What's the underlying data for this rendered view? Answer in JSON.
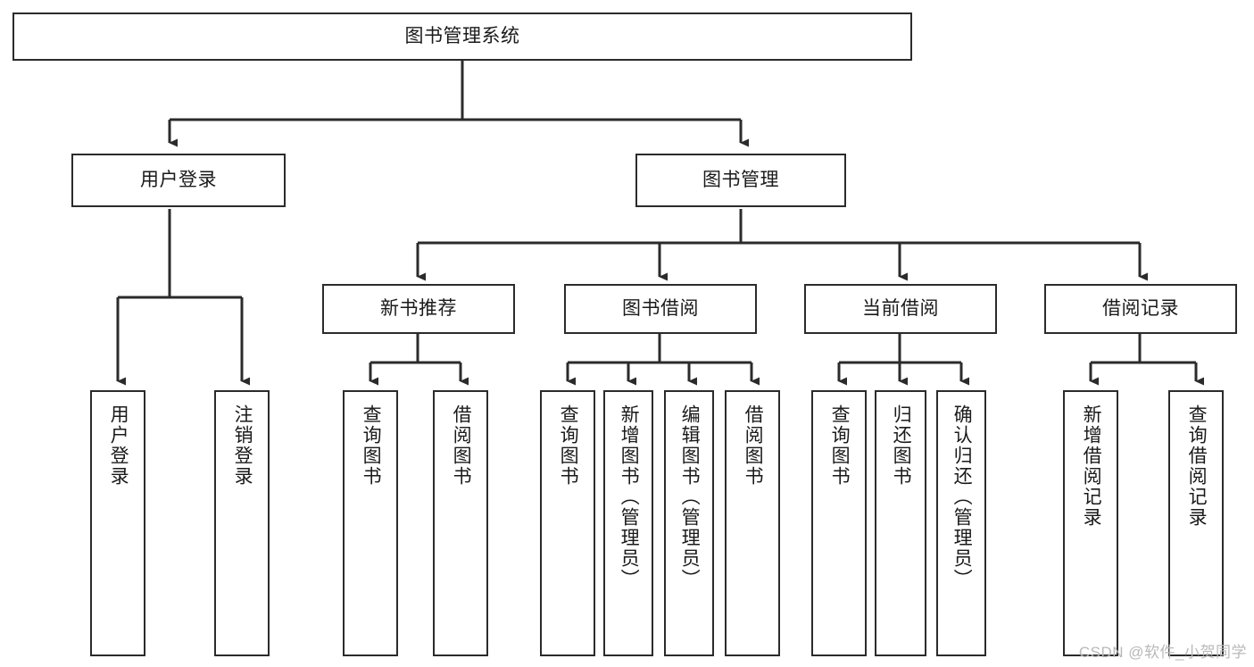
{
  "diagram": {
    "title": "图书管理系统",
    "type": "tree-hierarchy-diagram",
    "watermark": "CSDN @软件_小贺同学",
    "style": {
      "box_fill": "#ffffff",
      "box_stroke": "#2b2b2b",
      "connector_color": "#2b2b2b",
      "text_color": "#1a1a1a",
      "background": "#ffffff"
    },
    "levels": {
      "root": {
        "label": "图书管理系统"
      },
      "level2": [
        {
          "id": "user-login",
          "label": "用户登录"
        },
        {
          "id": "book-manage",
          "label": "图书管理"
        }
      ],
      "level3": [
        {
          "id": "new-book-recommend",
          "label": "新书推荐"
        },
        {
          "id": "book-borrow",
          "label": "图书借阅"
        },
        {
          "id": "current-borrow",
          "label": "当前借阅"
        },
        {
          "id": "borrow-record",
          "label": "借阅记录"
        }
      ],
      "leaves": {
        "user_login": [
          {
            "id": "leaf-user-login",
            "label": "用户登录"
          },
          {
            "id": "leaf-logout-login",
            "label": "注销登录"
          }
        ],
        "new_book_recommend": [
          {
            "id": "leaf-query-book-1",
            "label": "查询图书"
          },
          {
            "id": "leaf-borrow-book-1",
            "label": "借阅图书"
          }
        ],
        "book_borrow": [
          {
            "id": "leaf-query-book-2",
            "label": "查询图书"
          },
          {
            "id": "leaf-add-book-admin",
            "label": "新增图书（管理员）"
          },
          {
            "id": "leaf-edit-book-admin",
            "label": "编辑图书（管理员）"
          },
          {
            "id": "leaf-borrow-book-2",
            "label": "借阅图书"
          }
        ],
        "current_borrow": [
          {
            "id": "leaf-query-book-3",
            "label": "查询图书"
          },
          {
            "id": "leaf-return-book",
            "label": "归还图书"
          },
          {
            "id": "leaf-confirm-return-admin",
            "label": "确认归还（管理员）"
          }
        ],
        "borrow_record": [
          {
            "id": "leaf-add-borrow-record",
            "label": "新增借阅记录"
          },
          {
            "id": "leaf-query-borrow-record",
            "label": "查询借阅记录"
          }
        ]
      }
    }
  }
}
